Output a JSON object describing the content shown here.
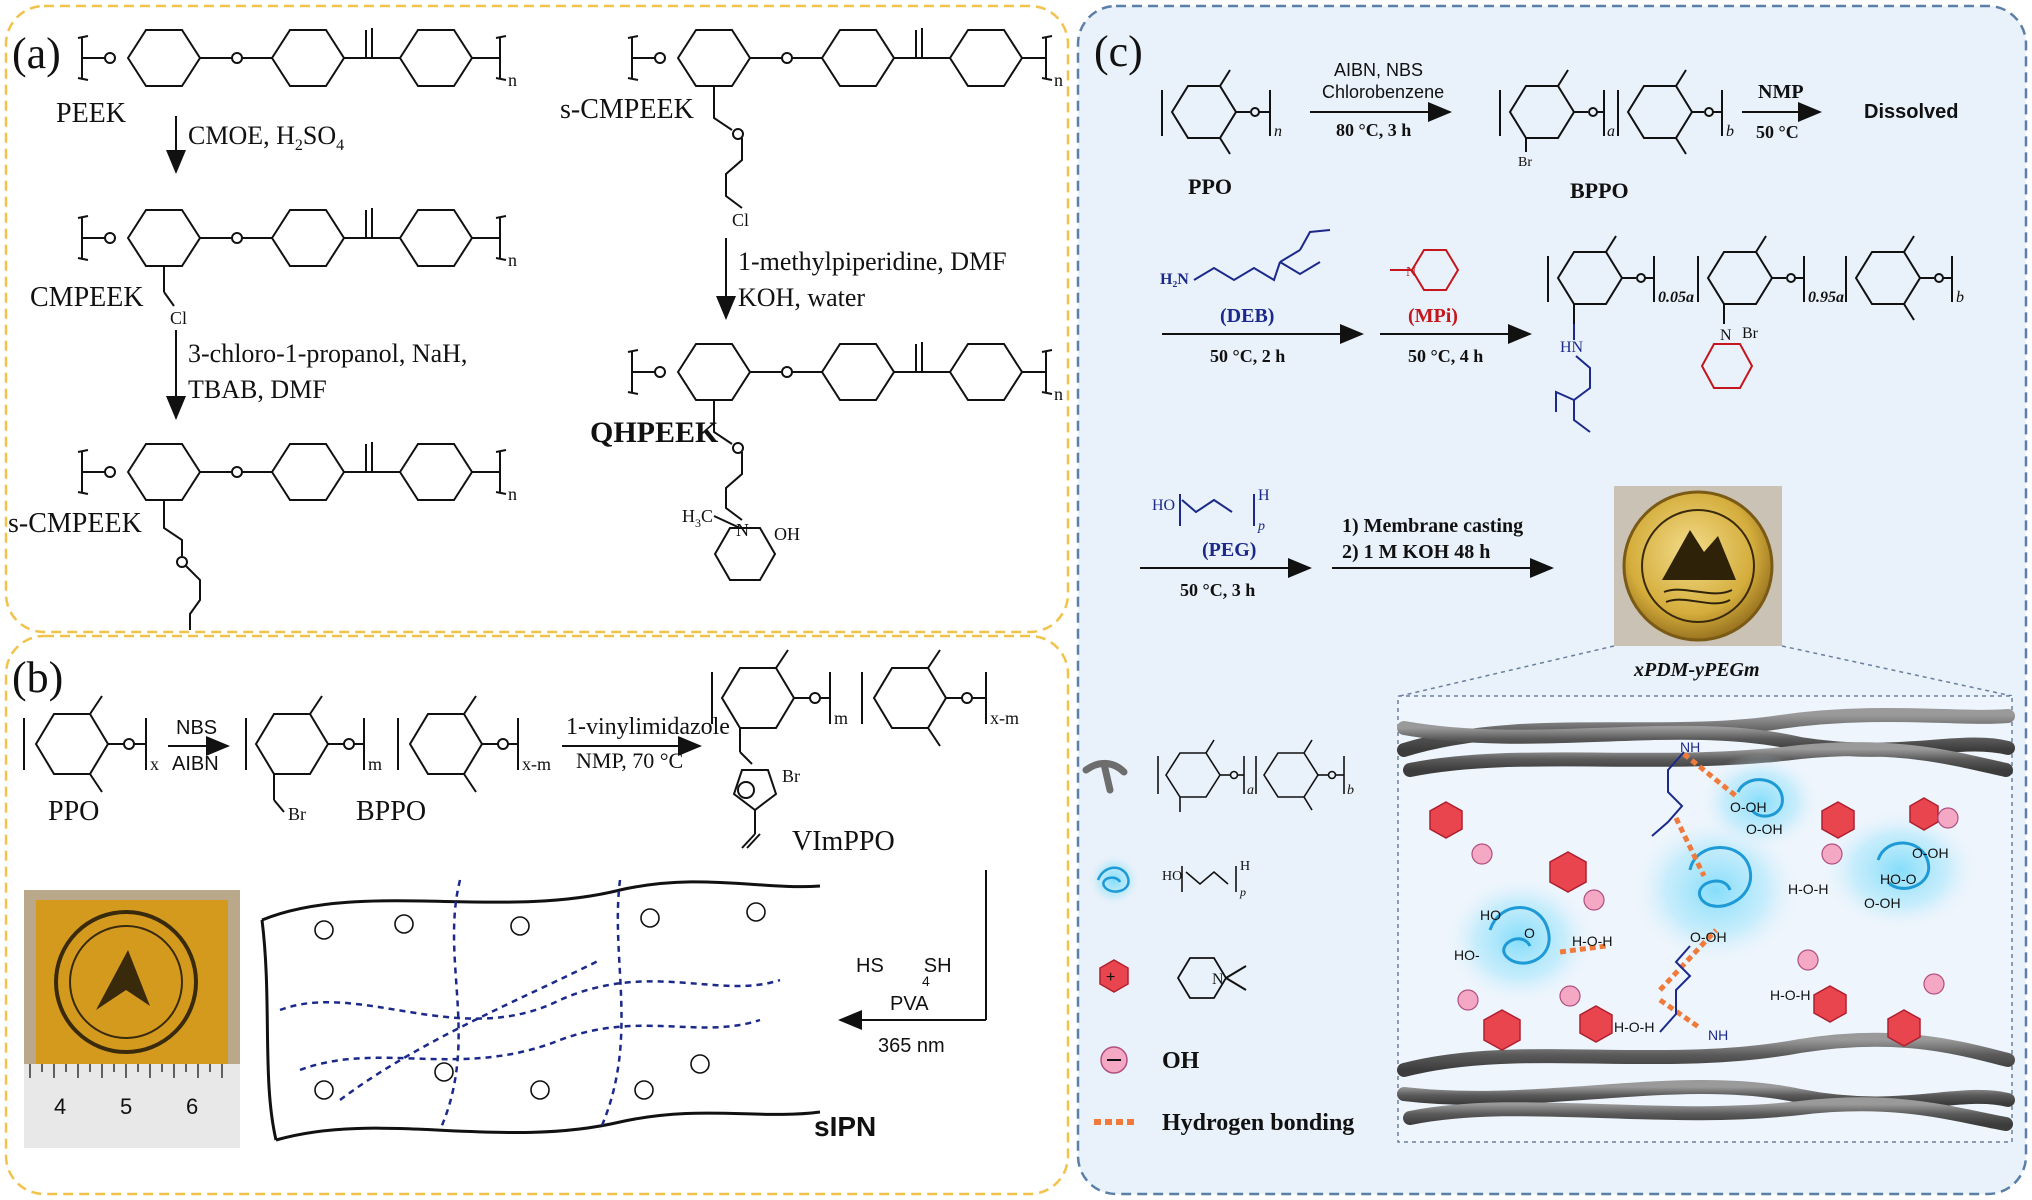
{
  "panel_a": {
    "label": "(a)",
    "n": "n",
    "peek": "PEEK",
    "step1_reagents_pre": "CMOE, H",
    "step1_reagents_sub": "2",
    "step1_reagents_post": "SO",
    "step1_reagents_sub2": "4",
    "cmpeek": "CMPEEK",
    "cl": "Cl",
    "step2_line1": "3-chloro-1-propanol,  NaH,",
    "step2_line2": "TBAB, DMF",
    "s_cmpeek": "s-CMPEEK",
    "s_cmpeek_top": "s-CMPEEK",
    "step3_line1": "1-methylpiperidine, DMF",
    "step3_line2": "KOH, water",
    "qhpeek": "QHPEEK",
    "h3c": "H",
    "h3c_sub": "3",
    "h3c_c": "C",
    "n_plus": "N",
    "oh_minus": "OH"
  },
  "panel_b": {
    "label": "(b)",
    "reagent_nbs": "NBS",
    "reagent_aibn": "AIBN",
    "reagent_vinyl": "1-vinylimidazole",
    "reagent_nmp": "NMP, 70 °C",
    "ppo": "PPO",
    "bppo": "BPPO",
    "br": "Br",
    "vimppo": "VImPPO",
    "sub_x": "x",
    "sub_m": "m",
    "sub_xm": "x-m",
    "hs": "HS",
    "sh": "SH",
    "sub_4": "4",
    "pva": "PVA",
    "uv": "365 nm",
    "sipn": "sIPN",
    "ruler_ticks": [
      "4",
      "5",
      "6"
    ]
  },
  "panel_c": {
    "label": "(c)",
    "r1_line1": "AIBN, NBS",
    "r1_line2": "Chlorobenzene",
    "r1_cond": "80 °C, 3 h",
    "ppo": "PPO",
    "bppo": "BPPO",
    "br": "Br",
    "r2_top": "NMP",
    "r2_cond": "50 °C",
    "dissolved": "Dissolved",
    "deb": "(DEB)",
    "deb_amine": "H₂N",
    "deb_cond": "50 °C, 2 h",
    "mpi": "(MPi)",
    "mpi_cond": "50 °C, 4 h",
    "sub_005a": "0.05a",
    "sub_095a": "0.95a",
    "sub_b": "b",
    "sub_a": "a",
    "sub_n": "n",
    "sub_p": "p",
    "hn": "HN",
    "n_label": "N",
    "br_minus": "Br",
    "peg": "(PEG)",
    "peg_ho": "HO",
    "peg_h": "H",
    "peg_cond": "50 °C, 3 h",
    "r4_line1": "1) Membrane casting",
    "r4_line2": "2) 1 M KOH 48 h",
    "membrane": "xPDM-yPEGm",
    "legend_oh": "OH",
    "legend_hbond": "Hydrogen bonding",
    "inset_labels": [
      "NH",
      "O-OH",
      "O-OH",
      "H-O-H",
      "HO",
      "O",
      "HO-",
      "O-OH",
      "H-O-H",
      "NH",
      "H-O-H",
      "H-O-H",
      "HO-O",
      "O-OH",
      "O-OH"
    ]
  },
  "colors": {
    "panel_ab_border": "#f2c34a",
    "panel_c_border": "#5b7fa8",
    "panel_c_bg": "#e9f1fa",
    "blue_text": "#1b2a8a",
    "red_text": "#c4161c",
    "peg_cyan": "#38c6f0",
    "cation_red": "#e8454e",
    "anion_pink": "#f4a8c4",
    "hbond_orange": "#f07a3c",
    "polymer_grey": "#6d6d6d"
  }
}
